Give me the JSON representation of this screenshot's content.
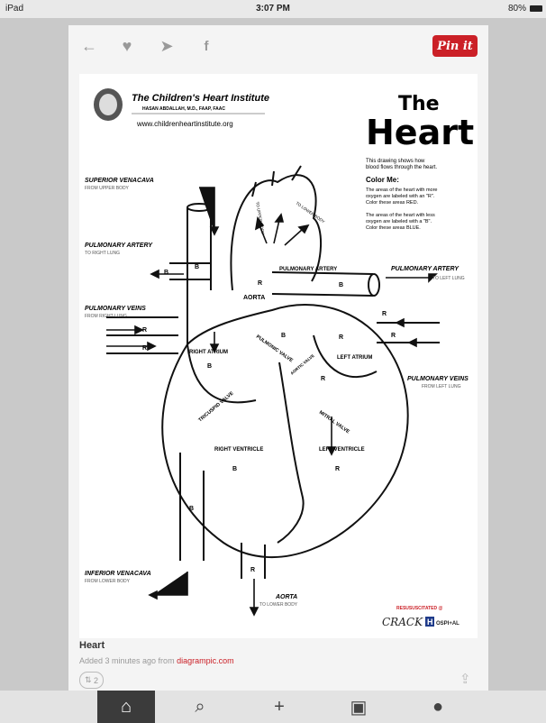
{
  "status": {
    "device": "iPad",
    "time": "3:07 PM",
    "battery": "80%"
  },
  "toolbar": {
    "pin_label": "Pin it"
  },
  "diagram": {
    "institute_name": "The Children's Heart Institute",
    "institute_doctor": "HASAN ABDALLAH, M.D., FAAP, FAAC",
    "institute_url": "www.childrenheartinstitute.org",
    "title_line1": "The",
    "title_line2": "Heart",
    "intro_line1": "This drawing shows how",
    "intro_line2": "blood flows through the heart.",
    "color_me_heading": "Color Me:",
    "r_line1": "The areas of the heart with more",
    "r_line2": "oxygen are labeled with an \"R\".",
    "r_line3": "Color these areas RED.",
    "b_line1": "The areas of the heart with less",
    "b_line2": "oxygen are labeled with a \"B\".",
    "b_line3": "Color these areas BLUE.",
    "labels": {
      "superior_vc": "SUPERIOR VENACAVA",
      "superior_vc_sub": "FROM UPPER BODY",
      "pulm_artery_left": "PULMONARY ARTERY",
      "pulm_artery_left_sub": "TO RIGHT LUNG",
      "pulm_veins_left": "PULMONARY VEINS",
      "pulm_veins_left_sub": "FROM RIGHT LUNG",
      "pulm_artery_right": "PULMONARY ARTERY",
      "pulm_artery_right_sub": "TO LEFT LUNG",
      "pulm_veins_right": "PULMONARY VEINS",
      "pulm_veins_right_sub": "FROM LEFT LUNG",
      "pulm_artery_center": "PULMONARY ARTERY",
      "aorta": "AORTA",
      "to_upper_body": "TO UPPER BODY",
      "to_lower_body_top": "TO LOWER BODY",
      "right_atrium": "RIGHT ATRIUM",
      "left_atrium": "LEFT ATRIUM",
      "pulmonic_valve": "PULMONIC VALVE",
      "aortic_valve": "AORTIC VALVE",
      "tricuspid_valve": "TRICUSPID VALVE",
      "mitral_valve": "MITRAL VALVE",
      "right_ventricle": "RIGHT VENTRICLE",
      "left_ventricle": "LEFT VENTRICLE",
      "inferior_vc": "INFERIOR VENACAVA",
      "inferior_vc_sub": "FROM LOWER BODY",
      "aorta_bottom": "AORTA",
      "aorta_bottom_sub": "TO LOWER BODY",
      "watermark_top": "RESUSUSCITATED @",
      "watermark_main": "CRACK",
      "watermark_h": "H",
      "watermark_tail": "OSPI+AL",
      "letter_r": "R",
      "letter_b": "B"
    }
  },
  "pin": {
    "title": "Heart",
    "meta_prefix": "Added 3 minutes ago from ",
    "meta_source": "diagrampic.com",
    "repin_count": "2"
  },
  "icons": {
    "back": "back-arrow-icon",
    "like": "heart-icon",
    "send": "send-icon",
    "facebook": "facebook-icon",
    "share": "share-icon",
    "home": "home-icon",
    "search": "search-icon",
    "add": "plus-icon",
    "messages": "message-icon",
    "profile": "profile-icon"
  },
  "colors": {
    "pinterest_red": "#cb2027",
    "tabbar_active": "#3b3b3b"
  }
}
